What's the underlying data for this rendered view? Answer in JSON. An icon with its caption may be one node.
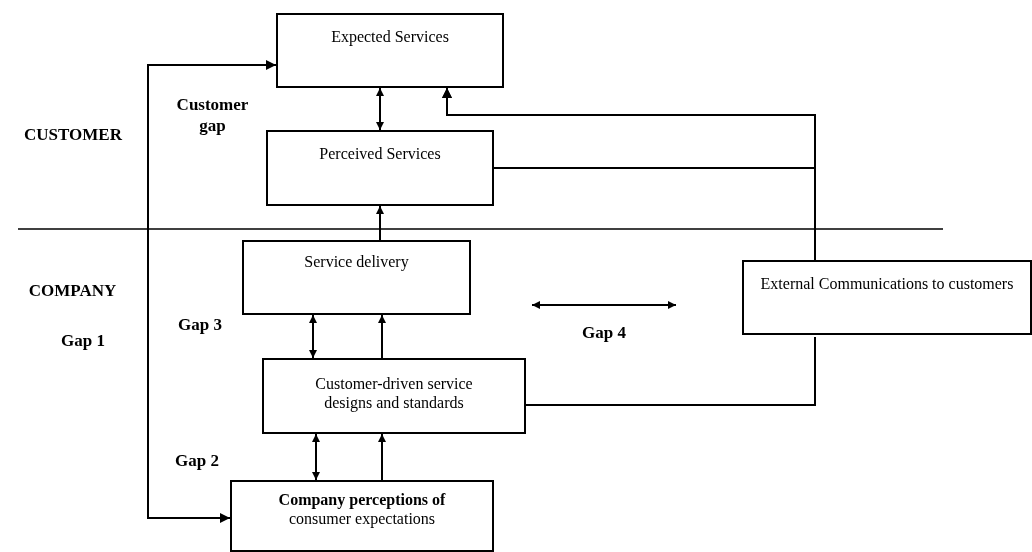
{
  "diagram": {
    "nodes": [
      {
        "text": [
          "Expected Services"
        ]
      },
      {
        "text": [
          "Perceived Services"
        ]
      },
      {
        "text": [
          "Service delivery"
        ]
      },
      {
        "text": [
          "External Communications to customers"
        ]
      },
      {
        "text": [
          "Customer-driven service designs and standards"
        ]
      },
      {
        "text": [
          "**Company perceptions of** consumer expectations"
        ]
      }
    ],
    "edges": [
      {
        "from": 5,
        "to": 0,
        "arrow": "both"
      },
      {
        "from": 0,
        "to": 1,
        "arrow": "both"
      },
      {
        "from": 2,
        "to": 1,
        "arrow": "to"
      },
      {
        "from": 3,
        "to": 0,
        "arrow": "to"
      },
      {
        "from": 1,
        "to": 0,
        "arrow": "to"
      },
      {
        "from": 2,
        "to": 4,
        "arrow": "both"
      },
      {
        "from": 4,
        "to": 2,
        "arrow": "to"
      },
      {
        "from": 4,
        "to": 3,
        "arrow": "none"
      },
      {
        "from": 4,
        "to": 5,
        "arrow": "both"
      },
      {
        "from": 5,
        "to": 4,
        "arrow": "to"
      }
    ],
    "labels": [
      "Customer gap",
      "CUSTOMER",
      "COMPANY",
      "Gap 3",
      "Gap 1",
      "Gap 4",
      "Gap 2"
    ]
  }
}
